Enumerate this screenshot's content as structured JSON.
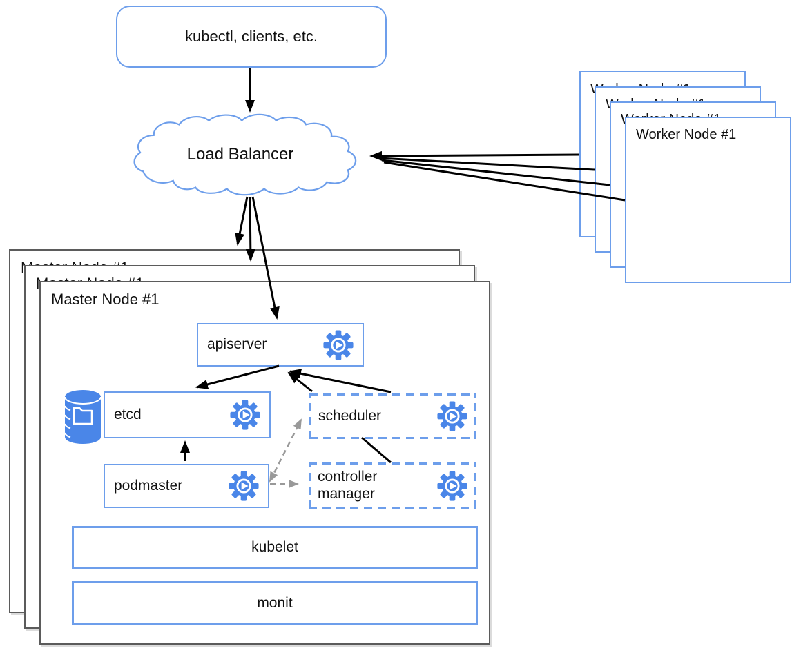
{
  "diagram": {
    "title_context": "Kubernetes high-availability architecture",
    "colors": {
      "node_border_blue": "#6D9EEB",
      "master_border_gray": "#5B5B5B",
      "icon_blue": "#4A86E8",
      "arrow_black": "#000000",
      "arrow_gray": "#999999",
      "background": "#FFFFFF",
      "text": "#111111"
    },
    "clients": {
      "label": "kubectl, clients, etc."
    },
    "load_balancer": {
      "label": "Load Balancer"
    },
    "worker_stack": {
      "count": 4,
      "label": "Worker Node #1"
    },
    "master_stack": {
      "count": 3,
      "label": "Master Node #1"
    },
    "components": {
      "apiserver": {
        "label": "apiserver",
        "border": "solid",
        "icon": "daemon-gear"
      },
      "etcd": {
        "label": "etcd",
        "border": "solid",
        "icon": "daemon-gear",
        "storage_icon": "database-folder"
      },
      "scheduler": {
        "label": "scheduler",
        "border": "dashed",
        "icon": "daemon-gear"
      },
      "podmaster": {
        "label": "podmaster",
        "border": "solid",
        "icon": "daemon-gear"
      },
      "controller_manager": {
        "label": "controller manager",
        "line1": "controller",
        "line2": "manager",
        "border": "dashed",
        "icon": "daemon-gear"
      },
      "kubelet": {
        "label": "kubelet",
        "border": "solid"
      },
      "monit": {
        "label": "monit",
        "border": "solid"
      }
    },
    "edges": [
      {
        "from": "clients",
        "to": "load-balancer",
        "style": "solid-black"
      },
      {
        "from": "load-balancer",
        "to": "master-node-back",
        "style": "solid-black"
      },
      {
        "from": "load-balancer",
        "to": "master-node-middle",
        "style": "solid-black"
      },
      {
        "from": "load-balancer",
        "to": "apiserver",
        "style": "solid-black"
      },
      {
        "from": "worker-node-back",
        "to": "load-balancer",
        "style": "solid-black"
      },
      {
        "from": "worker-node-3",
        "to": "load-balancer",
        "style": "solid-black"
      },
      {
        "from": "worker-node-2",
        "to": "load-balancer",
        "style": "solid-black"
      },
      {
        "from": "worker-node-front",
        "to": "load-balancer",
        "style": "solid-black"
      },
      {
        "from": "apiserver",
        "to": "etcd",
        "style": "solid-black"
      },
      {
        "from": "scheduler",
        "to": "apiserver",
        "style": "solid-black"
      },
      {
        "from": "controller-manager",
        "to": "apiserver",
        "style": "solid-black"
      },
      {
        "from": "podmaster",
        "to": "etcd",
        "style": "solid-black"
      },
      {
        "from": "podmaster",
        "to": "scheduler",
        "style": "dashed-gray-double"
      },
      {
        "from": "podmaster",
        "to": "controller-manager",
        "style": "dashed-gray"
      }
    ]
  }
}
